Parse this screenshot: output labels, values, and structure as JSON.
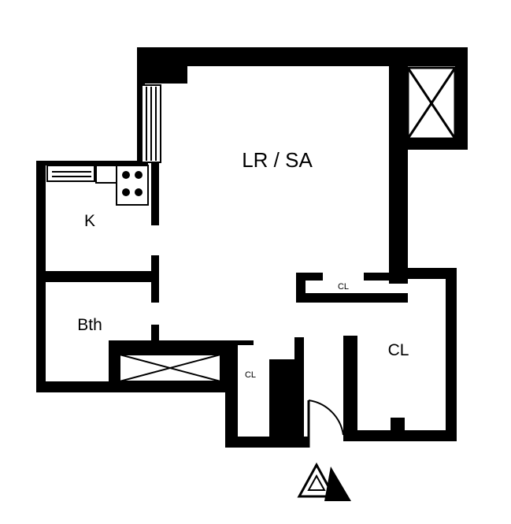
{
  "plan": {
    "rooms": {
      "living": "LR / SA",
      "kitchen": "K",
      "bath": "Bth",
      "closet_large": "CL",
      "closet_hall": "CL",
      "closet_small": "CL"
    },
    "colors": {
      "wall": "#000000",
      "background": "#ffffff"
    },
    "icons": [
      "elevator-shaft-icon",
      "hvac-duct-icon",
      "entry-door-swing-icon",
      "entrance-arrow-icon",
      "stove-icon",
      "sink-icon",
      "window-icon"
    ]
  }
}
